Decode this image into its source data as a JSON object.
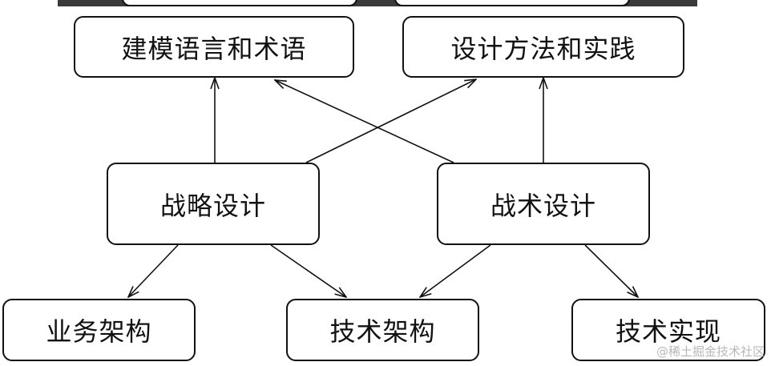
{
  "nodes": {
    "modeling_language": "建模语言和术语",
    "design_methods": "设计方法和实践",
    "strategic_design": "战略设计",
    "tactical_design": "战术设计",
    "business_architecture": "业务架构",
    "technical_architecture": "技术架构",
    "technical_implementation": "技术实现"
  },
  "watermark": "@稀土掘金技术社区",
  "colors": {
    "stroke": "#111111",
    "background": "#ffffff",
    "watermark": "#b8b8b8"
  }
}
